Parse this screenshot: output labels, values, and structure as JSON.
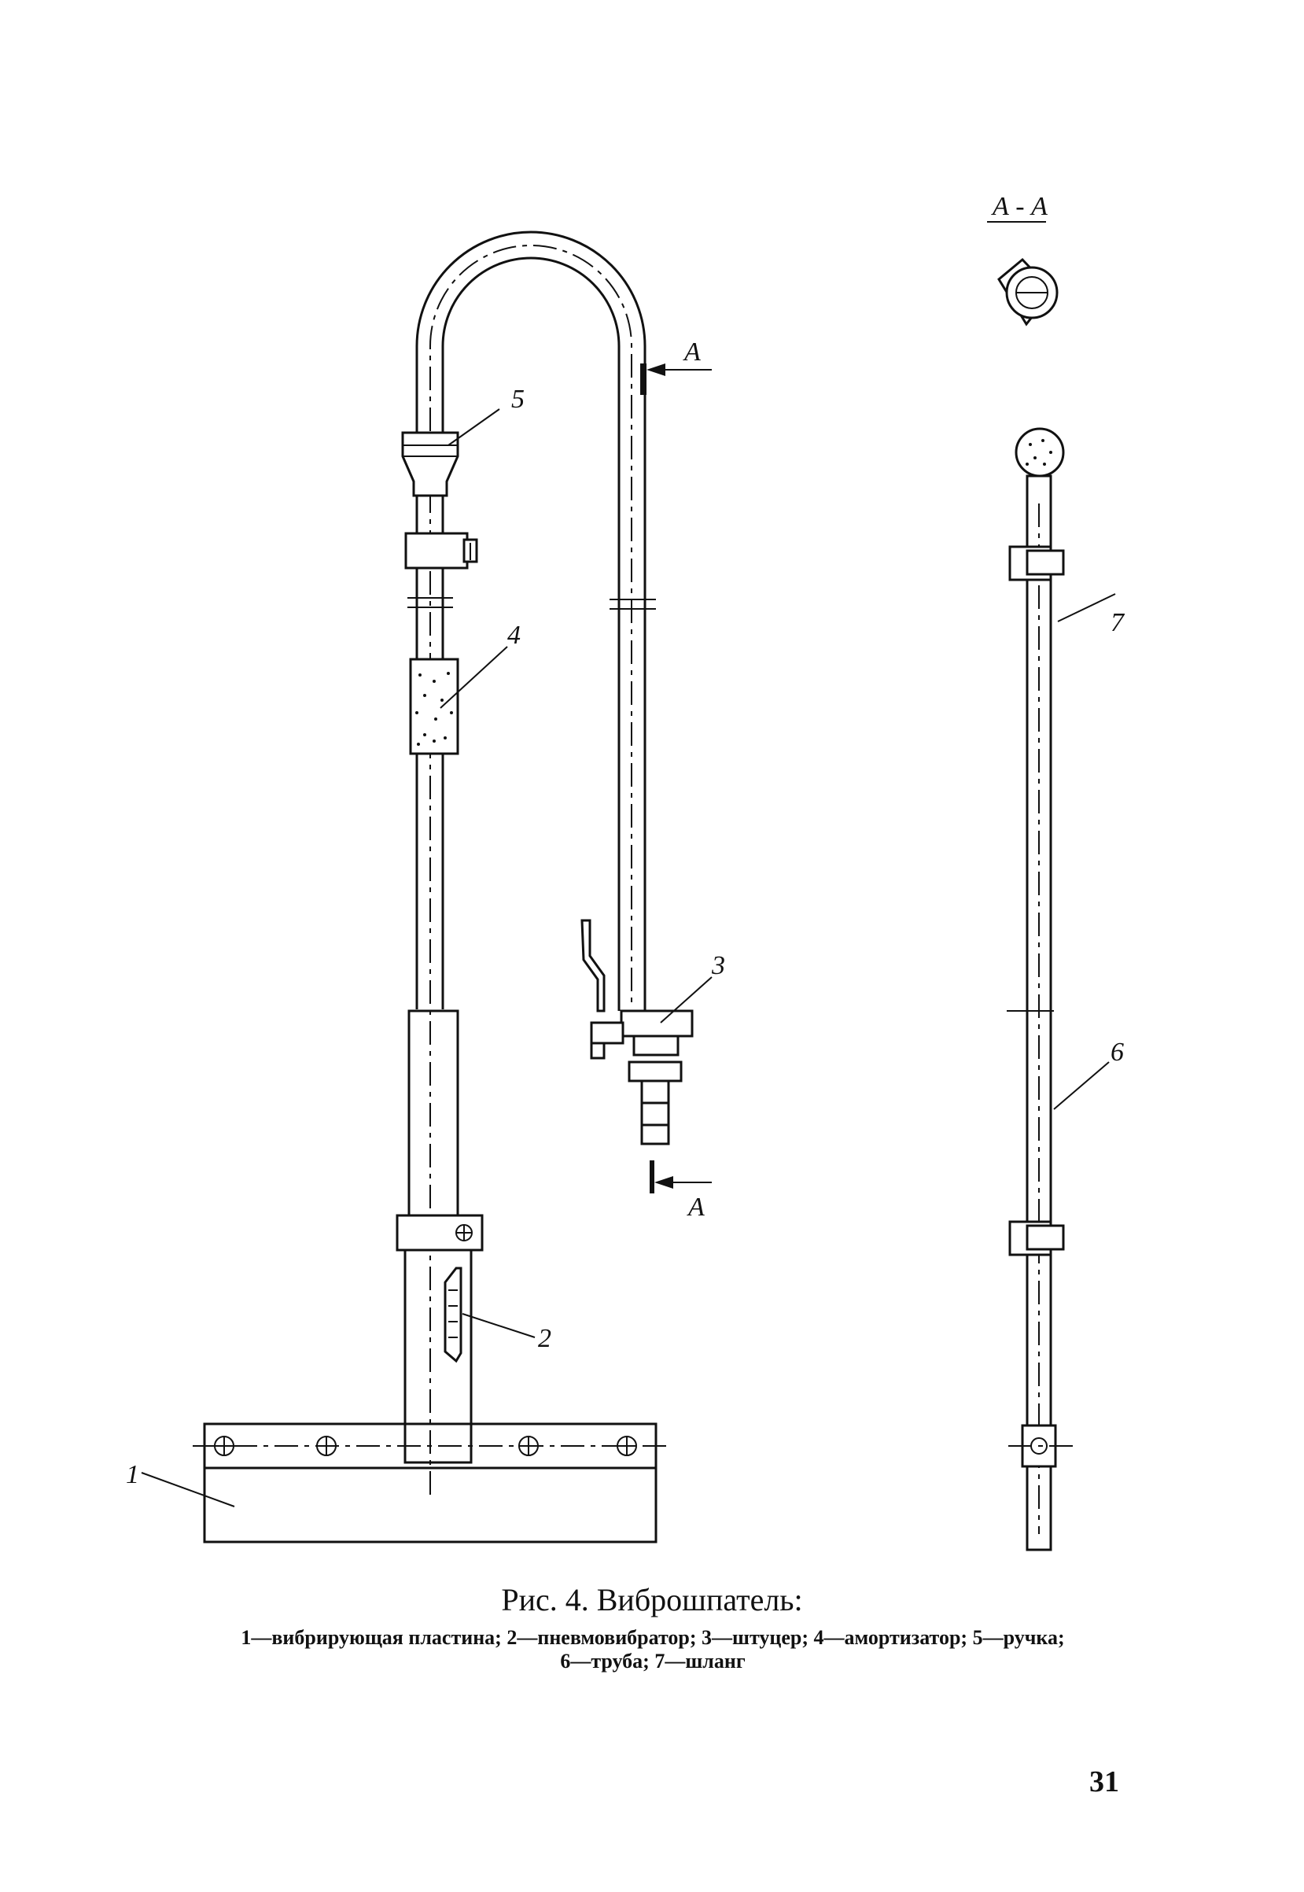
{
  "figure": {
    "section_label": "А - А",
    "labels": {
      "plate": "1",
      "vibrator": "2",
      "fitting": "3",
      "absorber": "4",
      "handle": "5",
      "pipe": "6",
      "hose": "7",
      "section_top": "А",
      "section_bottom": "А"
    }
  },
  "caption": {
    "title": "Рис. 4. Виброшпатель:",
    "legend_line1": "1—вибрирующая пластина; 2—пневмовибратор; 3—штуцер; 4—амортизатор; 5—ручка;",
    "legend_line2": "6—труба; 7—шланг"
  },
  "page_number": "31"
}
